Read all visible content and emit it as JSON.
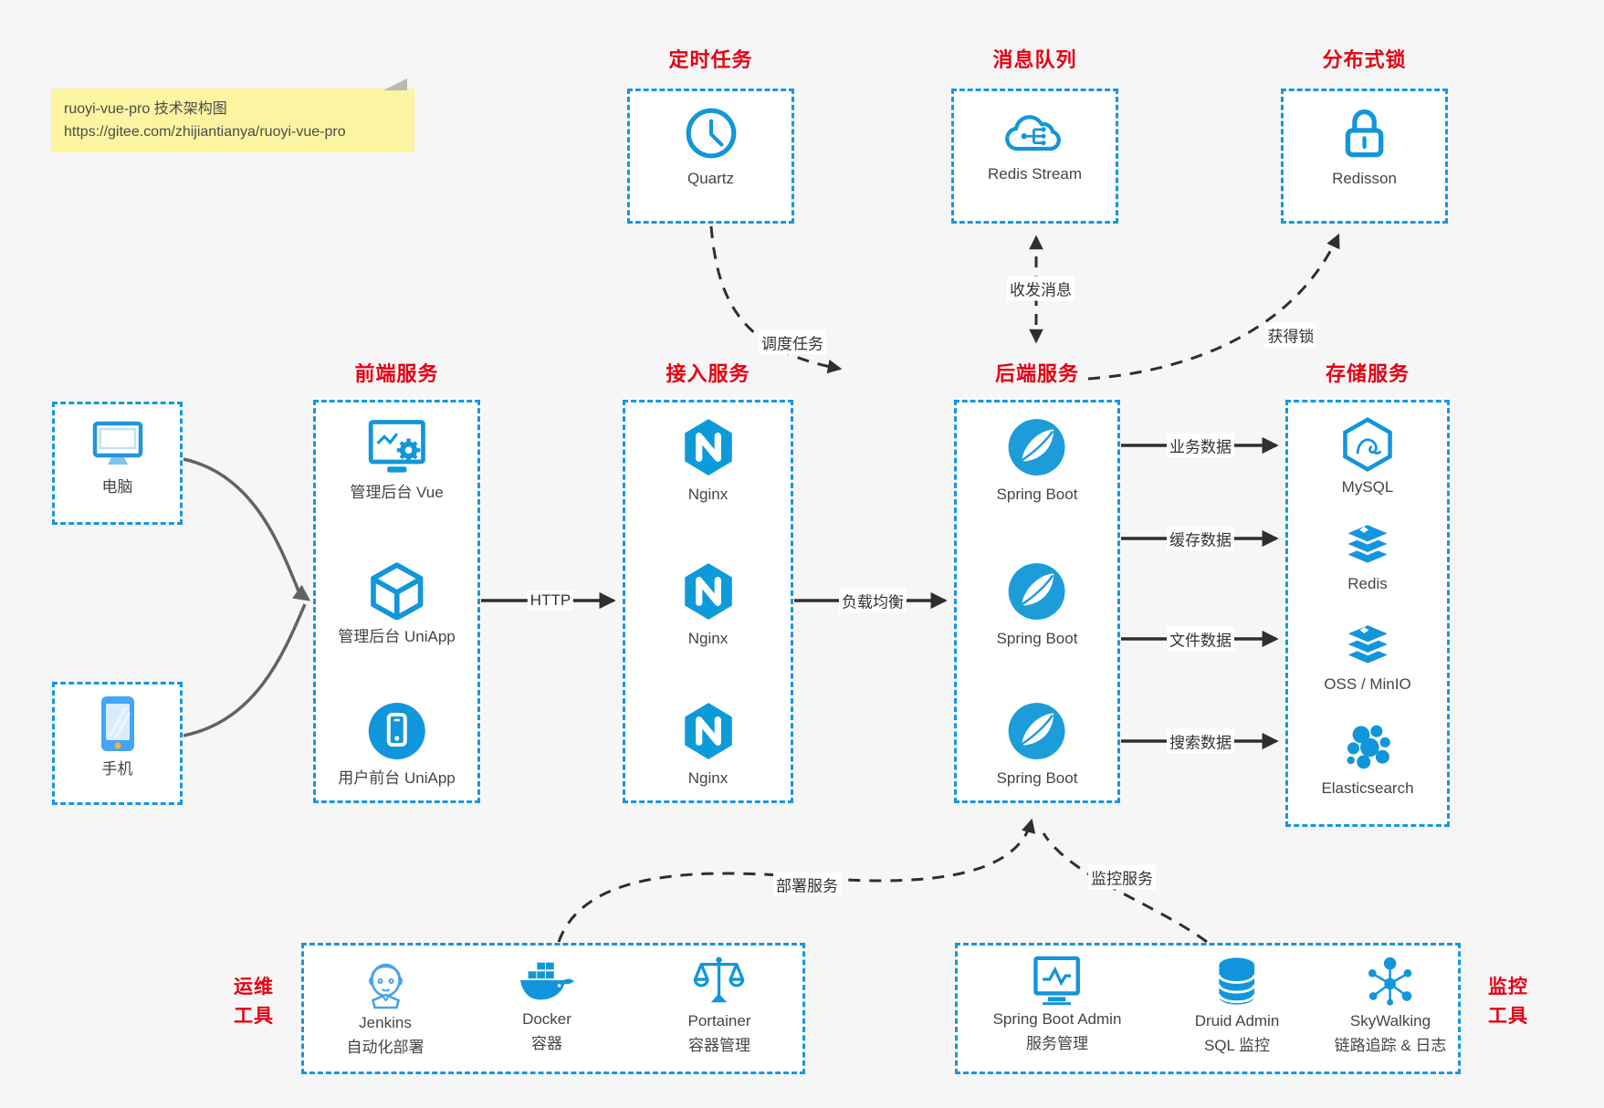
{
  "note": {
    "line1": "ruoyi-vue-pro 技术架构图",
    "line2": "https://gitee.com/zhijiantianya/ruoyi-vue-pro"
  },
  "colors": {
    "accent_blue": "#1296db",
    "border_blue": "#1597e0",
    "title_red": "#e60012",
    "arrow_dark": "#2f2f2f",
    "client_arrow_gray": "#666666",
    "label_gray": "#454545",
    "note_yellow": "#fbf4a0",
    "background": "#f6f6f7"
  },
  "top_groups": [
    {
      "title": "定时任务",
      "items": [
        {
          "label": "Quartz",
          "icon": "clock-icon"
        }
      ]
    },
    {
      "title": "消息队列",
      "items": [
        {
          "label": "Redis Stream",
          "icon": "cloud-stream-icon"
        }
      ]
    },
    {
      "title": "分布式锁",
      "items": [
        {
          "label": "Redisson",
          "icon": "lock-icon"
        }
      ]
    }
  ],
  "clients": [
    {
      "label": "电脑",
      "icon": "desktop-icon"
    },
    {
      "label": "手机",
      "icon": "phone-icon"
    }
  ],
  "main_groups": [
    {
      "title": "前端服务",
      "items": [
        {
          "label": "管理后台 Vue",
          "icon": "admin-console-icon"
        },
        {
          "label": "管理后台 UniApp",
          "icon": "cube-icon"
        },
        {
          "label": "用户前台 UniApp",
          "icon": "mobile-app-icon"
        }
      ]
    },
    {
      "title": "接入服务",
      "items": [
        {
          "label": "Nginx",
          "icon": "nginx-icon"
        },
        {
          "label": "Nginx",
          "icon": "nginx-icon"
        },
        {
          "label": "Nginx",
          "icon": "nginx-icon"
        }
      ]
    },
    {
      "title": "后端服务",
      "items": [
        {
          "label": "Spring Boot",
          "icon": "spring-boot-icon"
        },
        {
          "label": "Spring Boot",
          "icon": "spring-boot-icon"
        },
        {
          "label": "Spring Boot",
          "icon": "spring-boot-icon"
        }
      ]
    },
    {
      "title": "存储服务",
      "items": [
        {
          "label": "MySQL",
          "icon": "mysql-icon"
        },
        {
          "label": "Redis",
          "icon": "redis-stack-icon"
        },
        {
          "label": "OSS / MinIO",
          "icon": "storage-stack-icon"
        },
        {
          "label": "Elasticsearch",
          "icon": "elasticsearch-icon"
        }
      ]
    }
  ],
  "bottom_groups": [
    {
      "title_line1": "运维",
      "title_line2": "工具",
      "items": [
        {
          "label": "Jenkins",
          "sublabel": "自动化部署",
          "icon": "jenkins-icon"
        },
        {
          "label": "Docker",
          "sublabel": "容器",
          "icon": "docker-icon"
        },
        {
          "label": "Portainer",
          "sublabel": "容器管理",
          "icon": "portainer-icon"
        }
      ]
    },
    {
      "title_line1": "监控",
      "title_line2": "工具",
      "items": [
        {
          "label": "Spring Boot Admin",
          "sublabel": "服务管理",
          "icon": "monitor-chart-icon"
        },
        {
          "label": "Druid Admin",
          "sublabel": "SQL 监控",
          "icon": "database-icon"
        },
        {
          "label": "SkyWalking",
          "sublabel": "链路追踪 & 日志",
          "icon": "topology-icon"
        }
      ]
    }
  ],
  "edge_labels": {
    "http": "HTTP",
    "load_balance": "负载均衡",
    "schedule_task": "调度任务",
    "send_receive_message": "收发消息",
    "acquire_lock": "获得锁",
    "business_data": "业务数据",
    "cache_data": "缓存数据",
    "file_data": "文件数据",
    "search_data": "搜索数据",
    "deploy_service": "部署服务",
    "monitor_service": "监控服务"
  }
}
